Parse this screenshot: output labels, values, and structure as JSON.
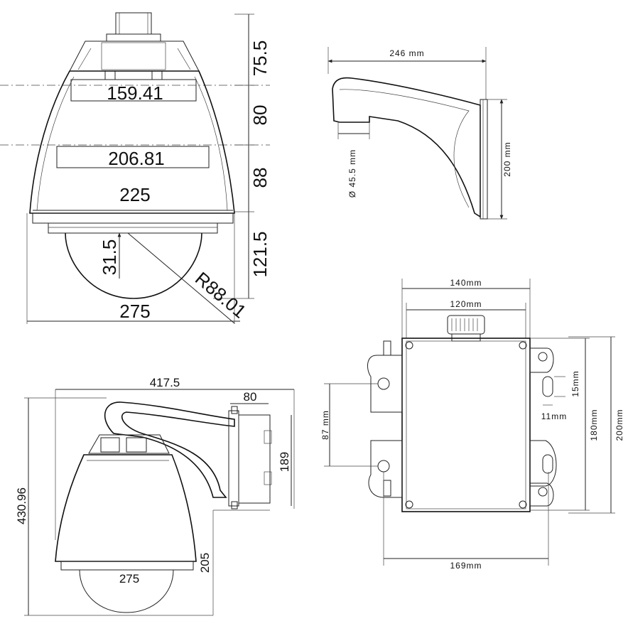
{
  "front_view": {
    "dim_top": "75.5",
    "dim_upper": "80",
    "dim_mid": "88",
    "dim_dome": "121.5",
    "width_upper": "159.41",
    "width_mid": "206.81",
    "width_base": "225",
    "dome_offset": "31.5",
    "dome_radius": "R88.01",
    "overall_width": "275"
  },
  "bracket_view": {
    "length": "246 mm",
    "height": "200 mm",
    "pipe_dia": "Ø 45.5 mm"
  },
  "side_view": {
    "overall_length": "417.5",
    "plate_depth": "80",
    "plate_height": "189",
    "overall_height": "430.96",
    "dome_height": "205",
    "dome_width": "275"
  },
  "box_view": {
    "outer_width": "140mm",
    "inner_width": "120mm",
    "hole_spacing": "87 mm",
    "slot_height": "15mm",
    "slot_width": "11mm",
    "inner_height": "180mm",
    "outer_height": "200mm",
    "mount_width": "169mm"
  }
}
